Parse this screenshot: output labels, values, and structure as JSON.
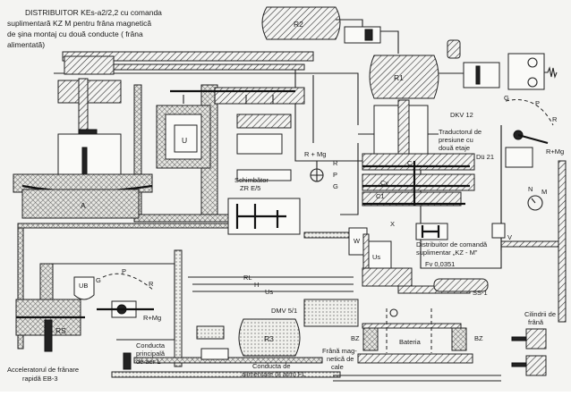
{
  "title": {
    "lines": [
      "DISTRIBUITOR KEs-a2/2,2 cu comanda",
      "suplimentară KZ M pentru frâna magnetică",
      "de şina montaj cu două conducte ( frâna",
      "alimentată)"
    ]
  },
  "labels": {
    "r2": "R2",
    "r1": "R1",
    "r3": "R3",
    "u": "U",
    "a": "A",
    "schimbator": [
      "Schimbător",
      "ZR E/5"
    ],
    "r_mg_center": "R + Mg",
    "r_center": "R",
    "p_center": "P",
    "g_center": "G",
    "dkv": "DKV 12",
    "traductor": [
      "Traductorul de",
      "presiune cu",
      "două etaje"
    ],
    "du21": "Dü 21",
    "c": "C",
    "cv": "Cv",
    "c1": "C1",
    "g_right": "G",
    "p_right": "P",
    "r_right": "R",
    "r_mg_right": "R+Mg",
    "n": "N",
    "m": "M",
    "v": "V",
    "x": "X",
    "w": "W",
    "us": "Us",
    "distribuitor_comanda": [
      "Distribuitor de comandă",
      "suplimentar „KZ - M”"
    ],
    "fv": "Fv 0,0351",
    "ss1": "SS-1",
    "cilindrii": [
      "Cilindrii de",
      "frână"
    ],
    "bz_left": "BZ",
    "bz_right": "BZ",
    "bateria": "Bateria",
    "frana_magnetica": [
      "Frână mag-",
      "netică de",
      "cale"
    ],
    "dmv": "DMV 5/1",
    "conducta_alimentare": [
      "Conducta de",
      "alimentare (8 atm) FL"
    ],
    "rl": "RL",
    "h": "H",
    "us_line": "Us",
    "ub": "UB",
    "g_left": "G",
    "p_left": "P",
    "r_left": "R",
    "r_mg_left": "R+Mg",
    "rs": "RS",
    "conducta_principala": [
      "Conducta",
      "principală",
      "de aer L"
    ],
    "accelerator": [
      "Acceleratorul de frânare",
      "rapidă EB-3"
    ]
  }
}
